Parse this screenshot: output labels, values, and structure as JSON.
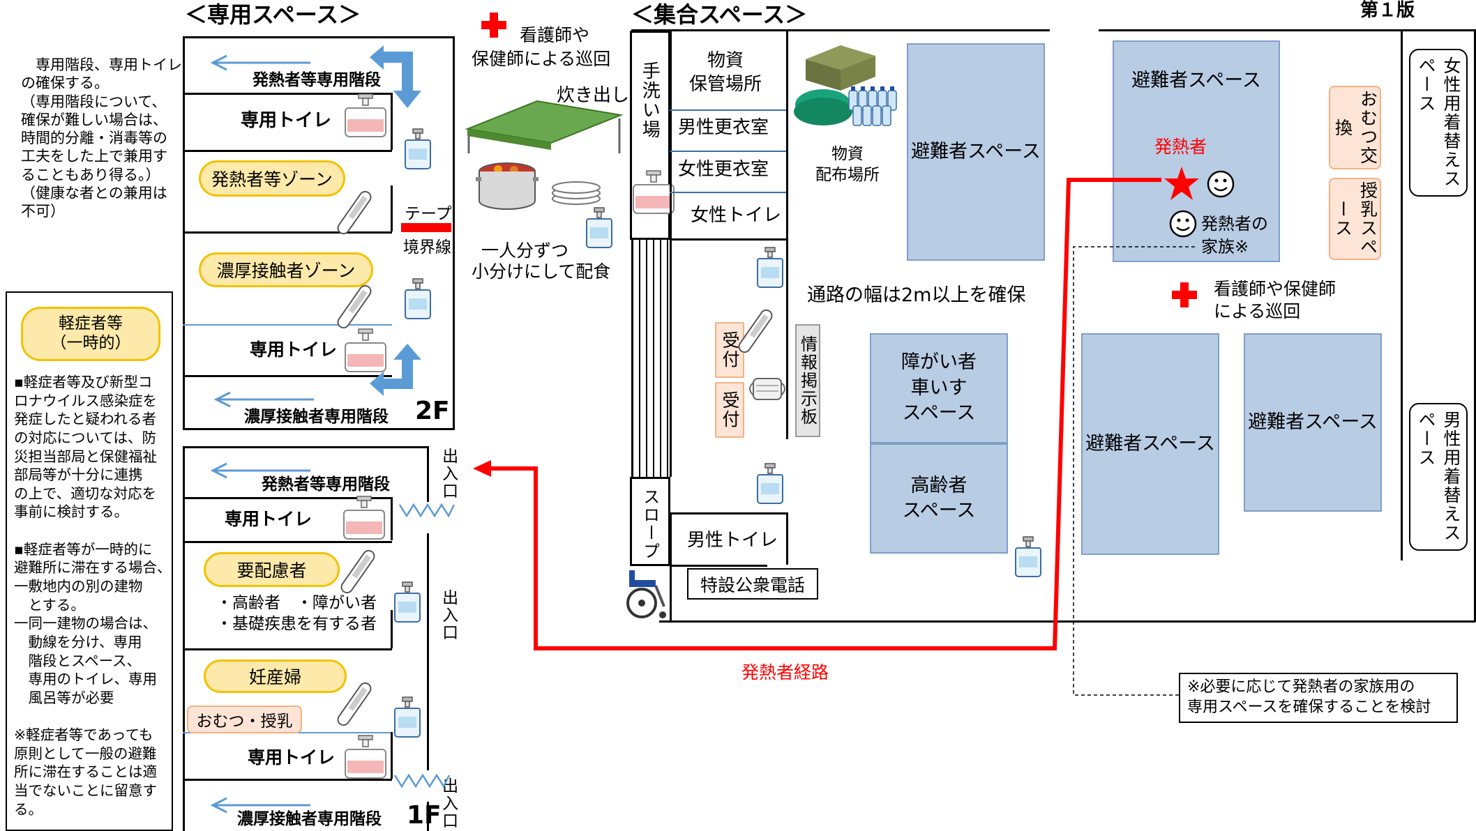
{
  "edition": "第１版",
  "left_section": {
    "title": "＜専用スペース＞",
    "note_lines": "　専用階段、専用トイレ\nの確保する。\n（専用階段について、\n確保が難しい場合は、\n時間的分離・消毒等の\n工夫をした上で兼用す\nることもあり得る。）\n（健康な者との兼用は\n不可）",
    "floor2": {
      "fever_stairs": "発熱者等専用階段",
      "toilet1": "専用トイレ",
      "fever_zone": "発熱者等ゾーン",
      "tape": "テープ",
      "boundary": "境界線",
      "contact_zone": "濃厚接触者ゾーン",
      "toilet2": "専用トイレ",
      "contact_stairs": "濃厚接触者専用階段",
      "label": "2F"
    },
    "floor1": {
      "fever_stairs": "発熱者等専用階段",
      "toilet1": "専用トイレ",
      "care_needed": "要配慮者",
      "care_items_1": "・高齢者　・障がい者",
      "care_items_2": "・基礎疾患を有する者",
      "pregnant": "妊産婦",
      "diaper": "おむつ・授乳",
      "toilet2": "専用トイレ",
      "contact_stairs": "濃厚接触者専用階段",
      "label": "1F",
      "entrance": "出入口"
    }
  },
  "mild_box": {
    "title_1": "軽症者等",
    "title_2": "（一時的）",
    "body": "▪軽症者等及び新型コ\nロナウイルス感染症を\n発症したと疑われる者\nの対応については、防\n災担当部局と保健福祉\n部局等が十分に連携\nの上で、適切な対応を\n事前に検討する。\n\n▪軽症者等が一時的に\n避難所に滞在する場合、\n一敷地内の別の建物\n　とする。\n一同一建物の場合は、\n　動線を分け、専用\n　階段とスペース、\n　専用のトイレ、専用\n　風呂等が必要\n\n※軽症者等であっても\n原則として一般の避難\n所に滞在することは適\n当でないことに留意す\nる。"
  },
  "middle": {
    "nurse_patrol_1": "看護師や",
    "nurse_patrol_2": "保健師による巡回",
    "cooking": "炊き出し",
    "meal_1": "一人分ずつ",
    "meal_2": "小分けにして配食"
  },
  "center_section": {
    "title": "＜集合スペース＞",
    "handwash": "手洗い場",
    "supply_storage_1": "物資",
    "supply_storage_2": "保管場所",
    "men_changing": "男性更衣室",
    "women_changing": "女性更衣室",
    "women_toilet": "女性トイレ",
    "supply_dist_1": "物資",
    "supply_dist_2": "配布場所",
    "evac_space": "避難者スペース",
    "corridor": "通路の幅は2m以上を確保",
    "reception1": "受付",
    "reception2": "受付",
    "info_board": "情報掲示板",
    "disabled_1": "障がい者",
    "disabled_2": "車いす",
    "disabled_3": "スペース",
    "elderly_1": "高齢者",
    "elderly_2": "スペース",
    "slope": "スロープ",
    "men_toilet": "男性トイレ",
    "phone": "特設公衆電話",
    "fever_route": "発熱者経路"
  },
  "right_section": {
    "evac_top": "避難者スペース",
    "fever_person": "発熱者",
    "family_1": "発熱者の",
    "family_2": "家族※",
    "nurse_1": "看護師や保健師",
    "nurse_2": "による巡回",
    "evac_left": "避難者スペース",
    "evac_right": "避難者スペース",
    "diaper_change": "おむつ交換",
    "nursing": "授乳スペース",
    "women_changing": "女性用着替えスペース",
    "men_changing": "男性用着替えスペース",
    "family_note_1": "※必要に応じて発熱者の家族用の",
    "family_note_2": "専用スペースを確保することを検討"
  },
  "colors": {
    "space_blue": "#b8cce4",
    "zone_yellow": "#fde9a9",
    "route_red": "#ff0000",
    "stairs_arrow": "#5b9bd5"
  },
  "icons": [
    "red-cross-icon",
    "tent-icon",
    "pot-icon",
    "plates-icon",
    "sanitizer-icon",
    "thermometer-icon",
    "mask-icon",
    "supplies-icon",
    "water-bottles-icon",
    "wheelchair-icon",
    "star-icon",
    "smiley-icon"
  ]
}
